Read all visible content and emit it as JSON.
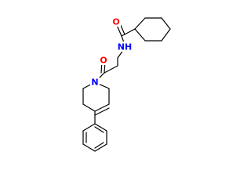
{
  "molecule": {
    "colors": {
      "bond": "#000000",
      "nitrogen": "#0000ff",
      "oxygen": "#ff0000",
      "background": "#ffffff"
    },
    "atom_labels": {
      "amide_n": "NH",
      "amide_o": "O",
      "ketone_o": "O",
      "ring_n": "N"
    },
    "rings": [
      "cyclohexane",
      "tetrahydropyridine",
      "benzene"
    ]
  }
}
